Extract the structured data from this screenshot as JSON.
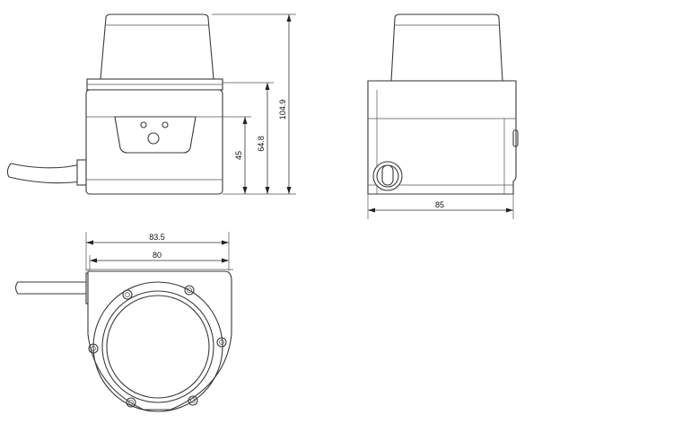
{
  "dimensions": {
    "height_total": "104.9",
    "height_body": "64.8",
    "height_lower": "45",
    "depth": "85",
    "width_outer": "83.5",
    "width_inner": "80"
  }
}
